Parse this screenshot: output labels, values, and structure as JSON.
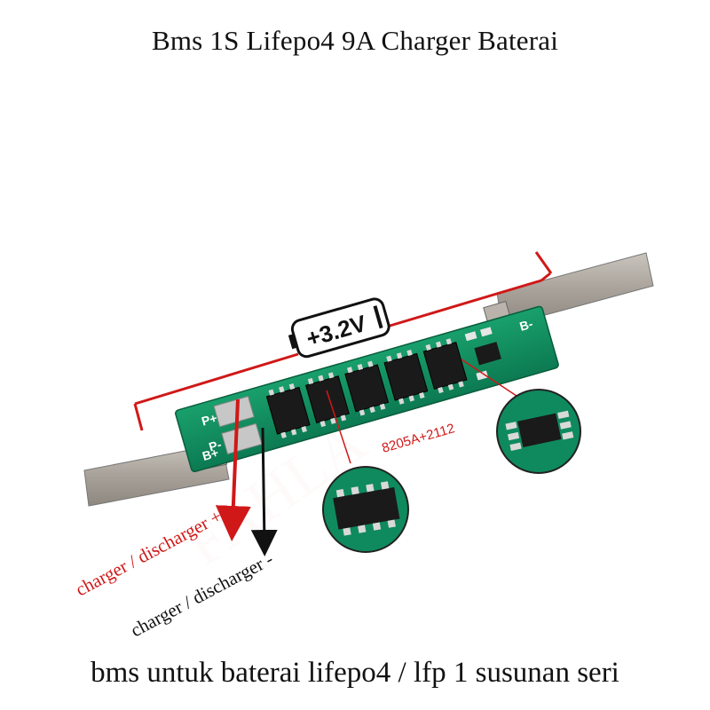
{
  "title": "Bms 1S Lifepo4 9A Charger Baterai",
  "caption": "bms untuk baterai lifepo4 / lfp 1 susunan seri",
  "voltage_badge": "+3.2V",
  "chip_label": "8205A+2112",
  "pad_labels": {
    "b_plus": "B+",
    "p_plus": "P+",
    "p_minus": "P-",
    "b_minus": "B-"
  },
  "arrow_labels": {
    "positive": "charger / discharger +",
    "negative": "charger / discharger -"
  },
  "watermark": "FAHLA",
  "colors": {
    "pcb": "#0f8a5e",
    "strip": "#a9a39b",
    "accent_red": "#d01818",
    "chip": "#1a1a1a"
  }
}
